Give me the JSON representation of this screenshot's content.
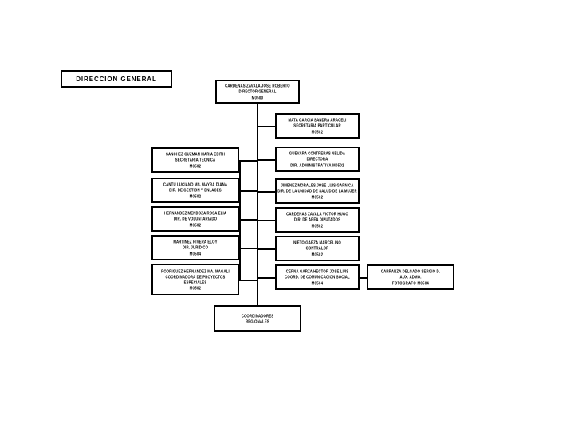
{
  "document": {
    "type": "organizational-chart",
    "title": "DIRECCION GENERAL"
  },
  "root": {
    "label": "DIRECCION GENERAL"
  },
  "nodes": {
    "director": {
      "name": "CARDENAS ZAVALA JOSE ROBERTO",
      "title": "DIRECTOR GENERAL",
      "code": "M0500"
    },
    "particular": {
      "name": "MATA GARCIA SANDRA ARACELI",
      "title": "SECRETARIA PARTICULAR",
      "code": "M0502"
    },
    "tecnica": {
      "name": "SANCHEZ GUZMAN MARIA EDITH",
      "title": "SECRETARIA TECNICA",
      "code": "M0502"
    },
    "admin": {
      "name": "GUEVARA CONTRERAS NELIDA",
      "title": "DIRECTORA",
      "subtitle": "DIR. ADMINISTRATIVA   M0502",
      "code": ""
    },
    "gestion": {
      "name": "CANTU LUCIANO MS. MAYRA DIANA",
      "title": "DIR. DE GESTION Y ENLACES",
      "code": "M0502"
    },
    "salud": {
      "name": "JIMENEZ MORALES JOSE LUIS GARNICA",
      "title": "DIR. DE LA UNIDAD DE SALUD DE LA MUJER",
      "code": "M0502"
    },
    "voluntariado": {
      "name": "HERNANDEZ MENDOZA ROSA ELIA",
      "title": "DIR. DE VOLUNTARIADO",
      "code": "M0502"
    },
    "diputados": {
      "name": "CARDENAS ZAVALA VICTOR HUGO",
      "title": "DIR. DE AREA DIPUTADOS",
      "code": "M0502"
    },
    "juridico": {
      "name": "MARTINEZ RIVERA ELOY",
      "title": "DIR. JURIDICO",
      "code": "M0504"
    },
    "contralor": {
      "name": "NIETO GARZA MARCELINO",
      "title": "CONTRALOR",
      "code": "M0502"
    },
    "proyectos": {
      "name": "RODRIGUEZ HERNANDEZ MA. MAGALI",
      "title": "COORDINADORA DE PROYECTOS",
      "subtitle": "ESPECIALES",
      "code": "M0502"
    },
    "comsocial": {
      "name": "CERNA GARZA HECTOR JOSE LUIS",
      "title": "COORD. DE COMUNICACION SOCIAL",
      "code": "M0504"
    },
    "fotografo": {
      "name": "CARRANZA DELGADO SERGIO D.",
      "title": "AUX. ADMO.",
      "subtitle": "FOTOGRAFO   M0504",
      "code": ""
    },
    "regionales": {
      "name": "COORDINADORES",
      "title": "REGIONALES",
      "code": ""
    }
  },
  "colors": {
    "border": "#000000",
    "background": "#ffffff",
    "text": "#000000"
  }
}
